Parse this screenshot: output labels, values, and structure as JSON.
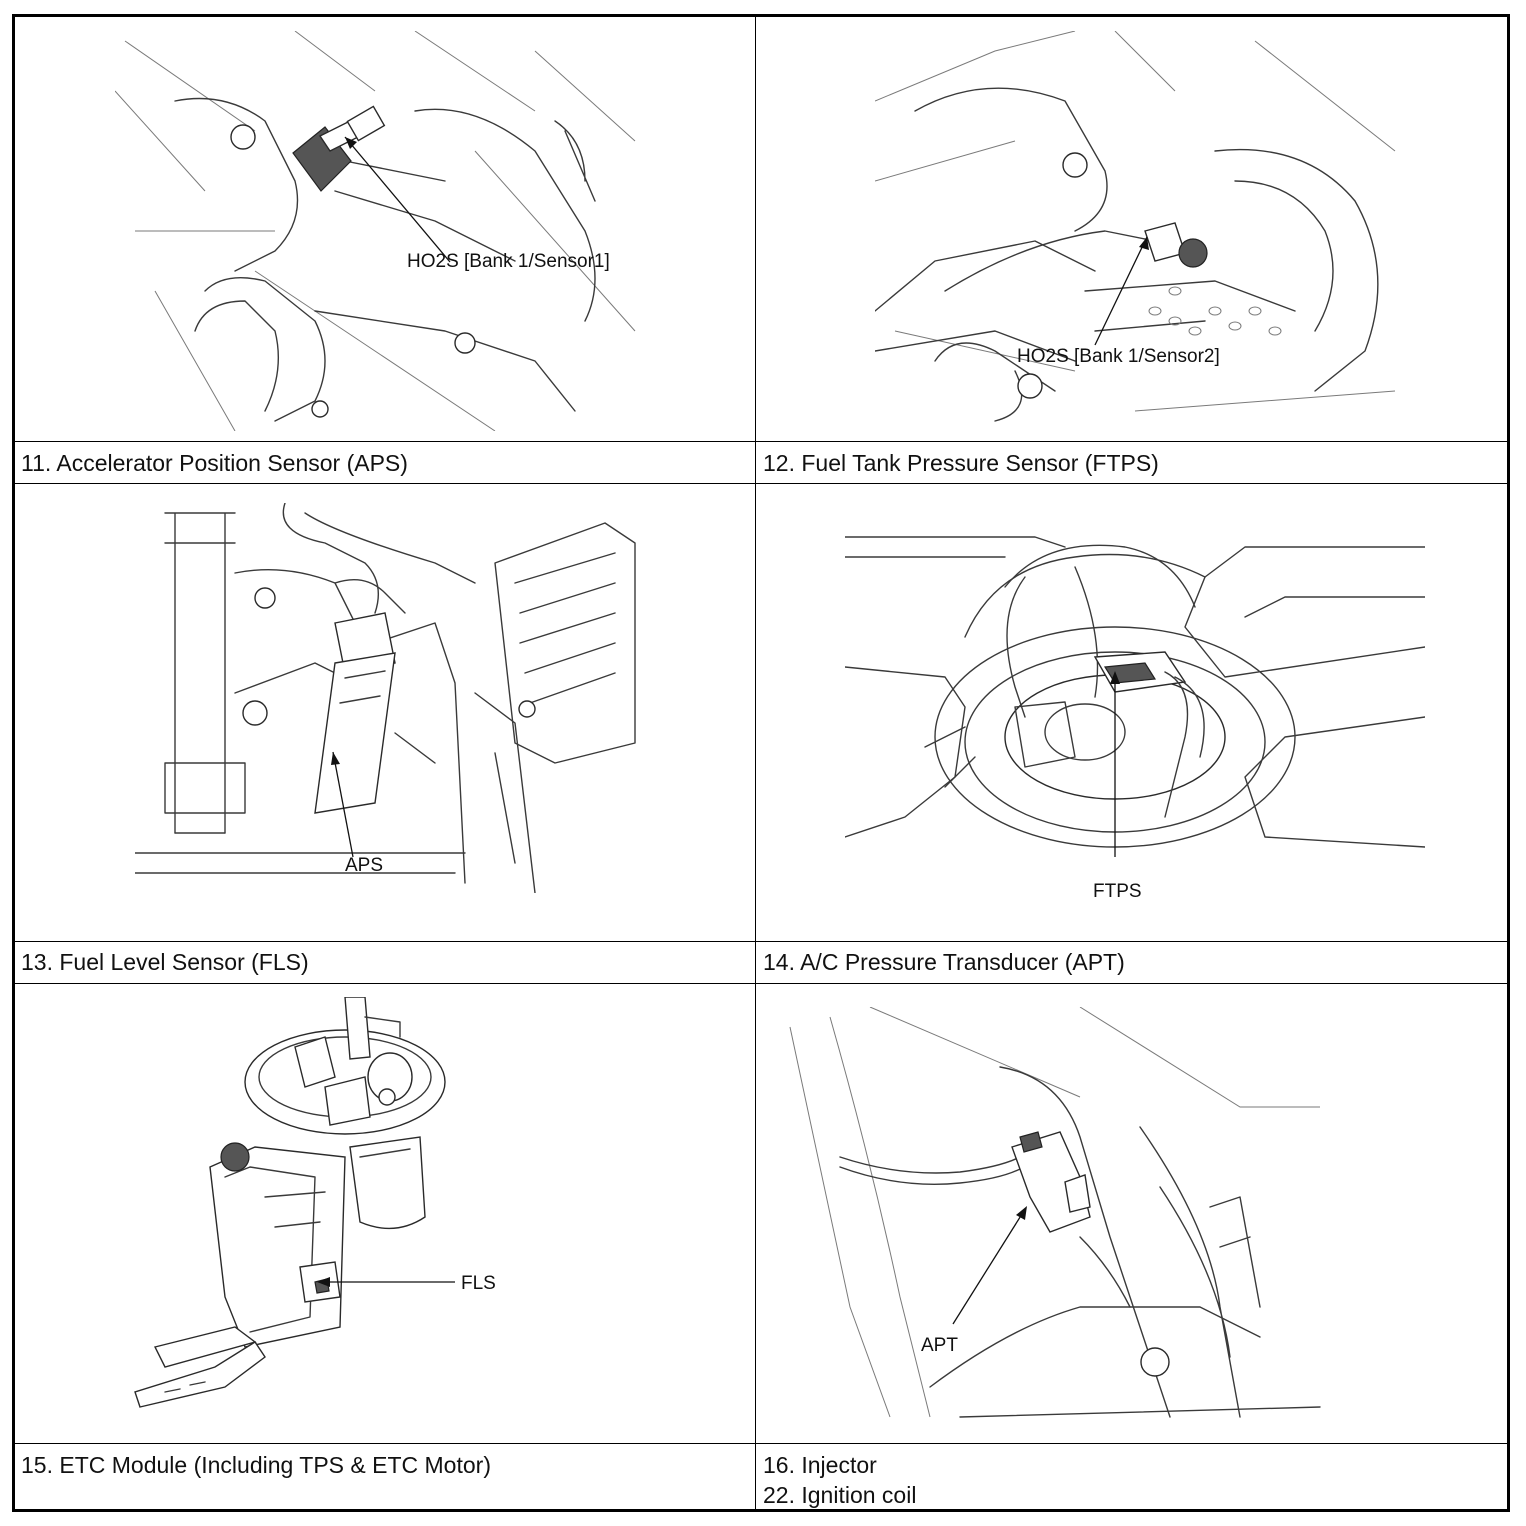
{
  "cells": {
    "top_left": {
      "callout": "HO2S [Bank 1/Sensor1]"
    },
    "top_right": {
      "callout": "HO2S [Bank 1/Sensor2]"
    },
    "mid_left": {
      "caption": "11. Accelerator Position Sensor (APS)",
      "callout": "APS"
    },
    "mid_right": {
      "caption": "12. Fuel Tank Pressure Sensor (FTPS)",
      "callout": "FTPS"
    },
    "bot_left": {
      "caption": "13. Fuel Level Sensor (FLS)",
      "callout": "FLS"
    },
    "bot_right": {
      "caption": "14. A/C Pressure Transducer (APT)",
      "callout": "APT"
    },
    "footer_left": {
      "caption": "15. ETC Module (Including TPS & ETC Motor)"
    },
    "footer_right": {
      "caption_line1": "16. Injector",
      "caption_line2": "22. Ignition coil"
    }
  }
}
